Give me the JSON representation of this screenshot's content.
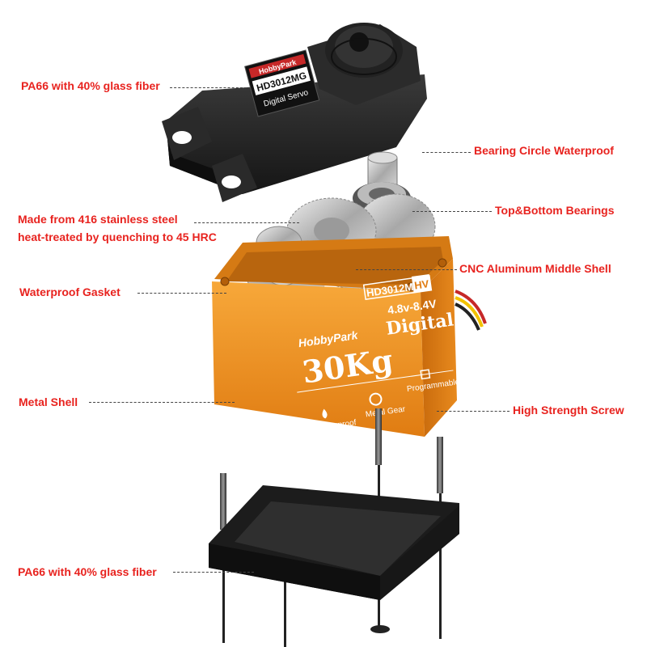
{
  "labels": {
    "top_case": "PA66 with 40% glass fiber",
    "bearing_waterproof": "Bearing Circle Waterproof",
    "bearings": "Top&Bottom Bearings",
    "gears_line1": "Made from 416 stainless steel",
    "gears_line2": "heat-treated by quenching to 45 HRC",
    "middle_shell": "CNC Aluminum Middle Shell",
    "gasket": "Waterproof Gasket",
    "metal_shell": "Metal Shell",
    "screw": "High Strength Screw",
    "bottom_case": "PA66 with 40% glass fiber"
  },
  "product": {
    "brand": "HobbyPark",
    "model": "HD3012MG",
    "model_badge": "HD3012MG",
    "hv_badge": "HV",
    "subtitle": "Digital Servo",
    "voltage": "4.8v-8.4V",
    "type": "Digital",
    "torque": "30Kg",
    "features": [
      "Waterproof",
      "Metal Gear",
      "Programmable"
    ]
  },
  "colors": {
    "label_red": "#e8231f",
    "shell_orange": "#f0901e",
    "plastic_black": "#1e1e1e"
  }
}
